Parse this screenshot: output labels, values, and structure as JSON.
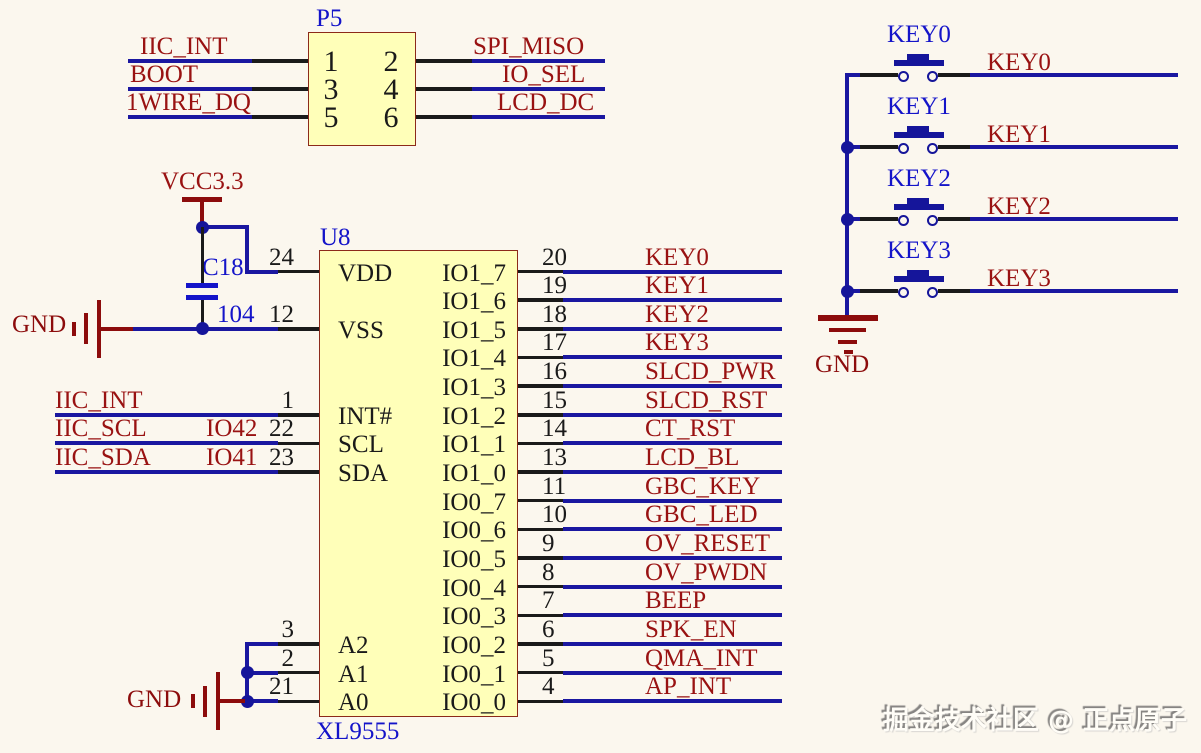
{
  "colors": {
    "background": "#fbf7ee",
    "wire_blue": "#1a17a0",
    "pin_black": "#1a1a1a",
    "net_red": "#991212",
    "designator_blue": "#1414c9",
    "symbol_red": "#8c0c0c",
    "chip_fill": "#ffffb9",
    "chip_border": "#8c2a1a",
    "junction_blue": "#15159a"
  },
  "connector": {
    "designator": "P5",
    "rows": [
      {
        "left_net": "IIC_INT",
        "left_pin": "1",
        "right_pin": "2",
        "right_net": "SPI_MISO"
      },
      {
        "left_net": "BOOT",
        "left_pin": "3",
        "right_pin": "4",
        "right_net": "IO_SEL"
      },
      {
        "left_net": "1WIRE_DQ",
        "left_pin": "5",
        "right_pin": "6",
        "right_net": "LCD_DC"
      }
    ]
  },
  "ic": {
    "designator": "U8",
    "part": "XL9555",
    "left_pins": [
      {
        "num": "24",
        "name": "VDD",
        "row": 0,
        "kind": "vdd"
      },
      {
        "num": "12",
        "name": "VSS",
        "row": 2,
        "kind": "vss"
      },
      {
        "num": "1",
        "name": "INT#",
        "row": 5,
        "kind": "net",
        "net": "IIC_INT"
      },
      {
        "num": "22",
        "name": "SCL",
        "row": 6,
        "kind": "net",
        "net": "IIC_SCL",
        "alias": "IO42"
      },
      {
        "num": "23",
        "name": "SDA",
        "row": 7,
        "kind": "net",
        "net": "IIC_SDA",
        "alias": "IO41"
      },
      {
        "num": "3",
        "name": "A2",
        "row": 13,
        "kind": "addr"
      },
      {
        "num": "2",
        "name": "A1",
        "row": 14,
        "kind": "addr"
      },
      {
        "num": "21",
        "name": "A0",
        "row": 15,
        "kind": "addr"
      }
    ],
    "right_pins": [
      {
        "num": "20",
        "name": "IO1_7",
        "net": "KEY0"
      },
      {
        "num": "19",
        "name": "IO1_6",
        "net": "KEY1"
      },
      {
        "num": "18",
        "name": "IO1_5",
        "net": "KEY2"
      },
      {
        "num": "17",
        "name": "IO1_4",
        "net": "KEY3"
      },
      {
        "num": "16",
        "name": "IO1_3",
        "net": "SLCD_PWR"
      },
      {
        "num": "15",
        "name": "IO1_2",
        "net": "SLCD_RST"
      },
      {
        "num": "14",
        "name": "IO1_1",
        "net": "CT_RST"
      },
      {
        "num": "13",
        "name": "IO1_0",
        "net": "LCD_BL"
      },
      {
        "num": "11",
        "name": "IO0_7",
        "net": "GBC_KEY"
      },
      {
        "num": "10",
        "name": "IO0_6",
        "net": "GBC_LED"
      },
      {
        "num": "9",
        "name": "IO0_5",
        "net": "OV_RESET"
      },
      {
        "num": "8",
        "name": "IO0_4",
        "net": "OV_PWDN"
      },
      {
        "num": "7",
        "name": "IO0_3",
        "net": "BEEP"
      },
      {
        "num": "6",
        "name": "IO0_2",
        "net": "SPK_EN"
      },
      {
        "num": "5",
        "name": "IO0_1",
        "net": "QMA_INT"
      },
      {
        "num": "4",
        "name": "IO0_0",
        "net": "AP_INT"
      }
    ],
    "addr_gnd_label": "GND"
  },
  "power": {
    "vcc_label": "VCC3.3",
    "cap_ref": "C18",
    "cap_value": "104",
    "gnd_label": "GND"
  },
  "keys": {
    "items": [
      {
        "designator": "KEY0",
        "net": "KEY0"
      },
      {
        "designator": "KEY1",
        "net": "KEY1"
      },
      {
        "designator": "KEY2",
        "net": "KEY2"
      },
      {
        "designator": "KEY3",
        "net": "KEY3"
      }
    ],
    "gnd_label": "GND"
  },
  "watermark": "掘金技术社区 @ 正点原子"
}
